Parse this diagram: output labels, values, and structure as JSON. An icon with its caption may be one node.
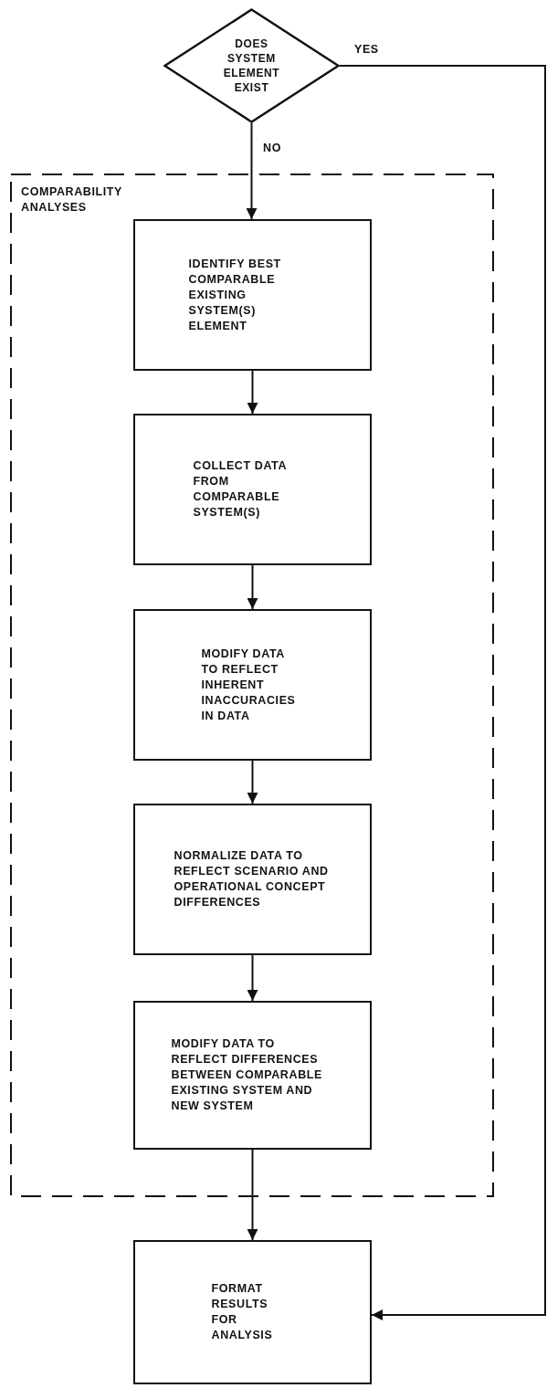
{
  "diagram": {
    "nodes": [
      {
        "text": [
          "DOES SYSTEM ELEMENT EXIST"
        ]
      },
      {
        "text": [
          "COMPARABILITY ANALYSES"
        ]
      },
      {
        "text": [
          "IDENTIFY BEST COMPARABLE EXISTING SYSTEM(S) ELEMENT"
        ],
        "in": 1
      },
      {
        "text": [
          "COLLECT DATA FROM COMPARABLE SYSTEM(S)"
        ],
        "in": 1
      },
      {
        "text": [
          "MODIFY DATA TO REFLECT INHERENT INACCURACIES IN DATA"
        ],
        "in": 1
      },
      {
        "text": [
          "NORMALIZE DATA TO REFLECT SCENARIO AND OPERATIONAL CONCEPT DIFFERENCES"
        ],
        "in": 1
      },
      {
        "text": [
          "MODIFY DATA TO REFLECT DIFFERENCES BETWEEN COMPARABLE EXISTING SYSTEM AND NEW SYSTEM"
        ],
        "in": 1
      },
      {
        "text": [
          "FORMAT RESULTS FOR ANALYSIS"
        ]
      }
    ],
    "edges": [
      {
        "from": 0,
        "to": 7,
        "arrow": "to",
        "label": "YES"
      },
      {
        "from": 0,
        "to": 2,
        "arrow": "to",
        "label": "NO"
      },
      {
        "from": 2,
        "to": 3,
        "arrow": "to"
      },
      {
        "from": 3,
        "to": 4,
        "arrow": "to"
      },
      {
        "from": 4,
        "to": 5,
        "arrow": "to"
      },
      {
        "from": 5,
        "to": 6,
        "arrow": "to"
      },
      {
        "from": 6,
        "to": 7,
        "arrow": "to"
      }
    ]
  }
}
